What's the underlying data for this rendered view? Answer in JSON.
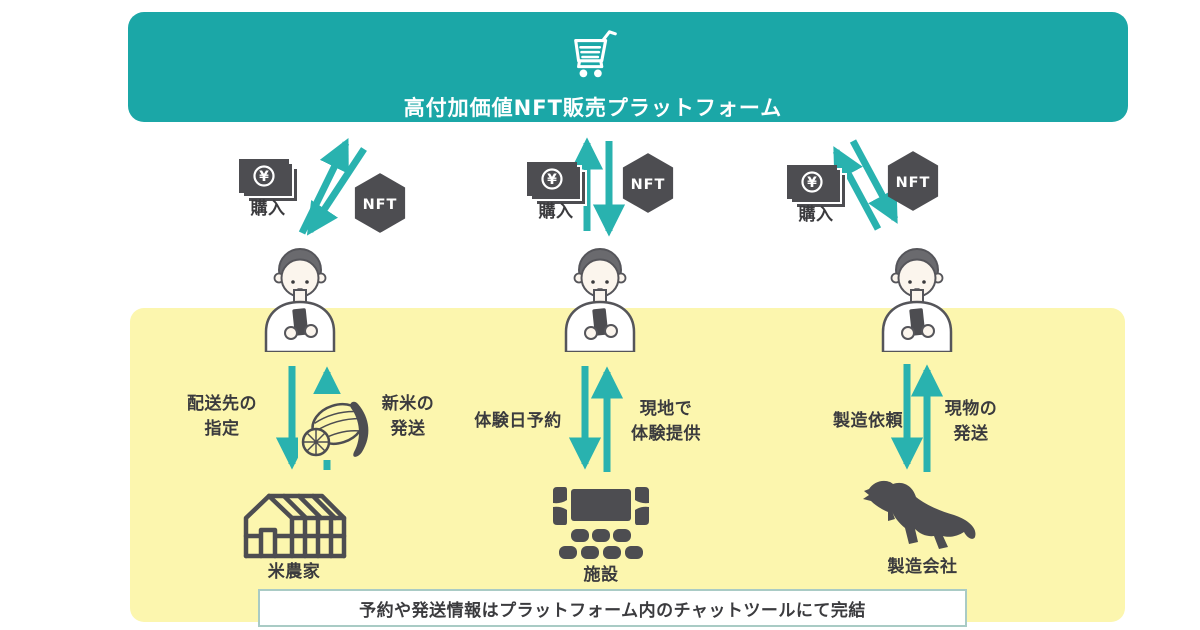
{
  "colors": {
    "banner_teal": "#1BA7A7",
    "arrow_teal": "#29B2AF",
    "panel_yellow": "#FCF6AE",
    "icon_gray": "#4D4D51",
    "text_dark": "#3B3B3E",
    "note_border": "#A9CBC5"
  },
  "banner": {
    "title": "高付加価値NFT販売プラットフォーム"
  },
  "icons": {
    "yen": "¥"
  },
  "columns": [
    {
      "purchase_label": "購入",
      "nft_label": "NFT",
      "request_lines": [
        "配送先の",
        "指定"
      ],
      "deliver_lines": [
        "新米の",
        "発送"
      ],
      "provider_label": "米農家"
    },
    {
      "purchase_label": "購入",
      "nft_label": "NFT",
      "request_lines": [
        "体験日予約"
      ],
      "deliver_lines": [
        "現地で",
        "体験提供"
      ],
      "provider_label": "施設"
    },
    {
      "purchase_label": "購入",
      "nft_label": "NFT",
      "request_lines": [
        "製造依頼"
      ],
      "deliver_lines": [
        "現物の",
        "発送"
      ],
      "provider_label": "製造会社"
    }
  ],
  "footer": {
    "note": "予約や発送情報はプラットフォーム内のチャットツールにて完結"
  }
}
